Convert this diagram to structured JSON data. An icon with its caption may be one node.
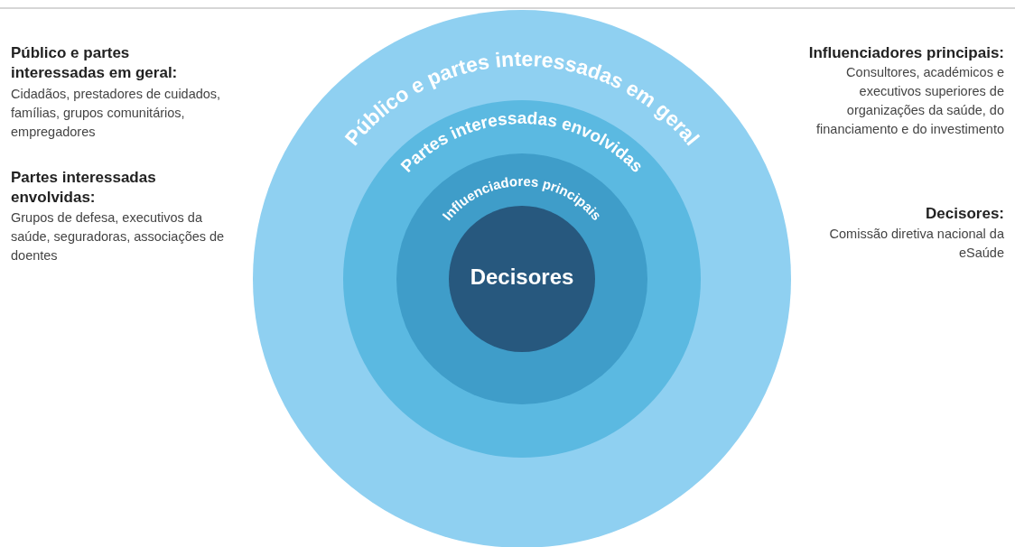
{
  "diagram": {
    "nodes": [
      {
        "text": [
          "Público e partes interessadas em geral"
        ]
      },
      {
        "text": [
          "Partes interessadas envolvidas"
        ],
        "in": 0
      },
      {
        "text": [
          "Influenciadores principais"
        ],
        "in": 1
      },
      {
        "text": [
          "Decisores"
        ],
        "in": 2
      }
    ],
    "edges": [],
    "labels": [
      "Público e partes interessadas em geral:",
      "Cidadãos, prestadores de cuidados, famílias, grupos comunitários, empregadores",
      "Partes interessadas envolvidas:",
      "Grupos de defesa, executivos da saúde, seguradoras, associações de doentes",
      "Influenciadores principais:",
      "Consultores, académicos e executivos superiores de organizações da saúde, do financiamento e do investimento",
      "Decisores:",
      "Comissão diretiva nacional da eSaúde"
    ]
  }
}
